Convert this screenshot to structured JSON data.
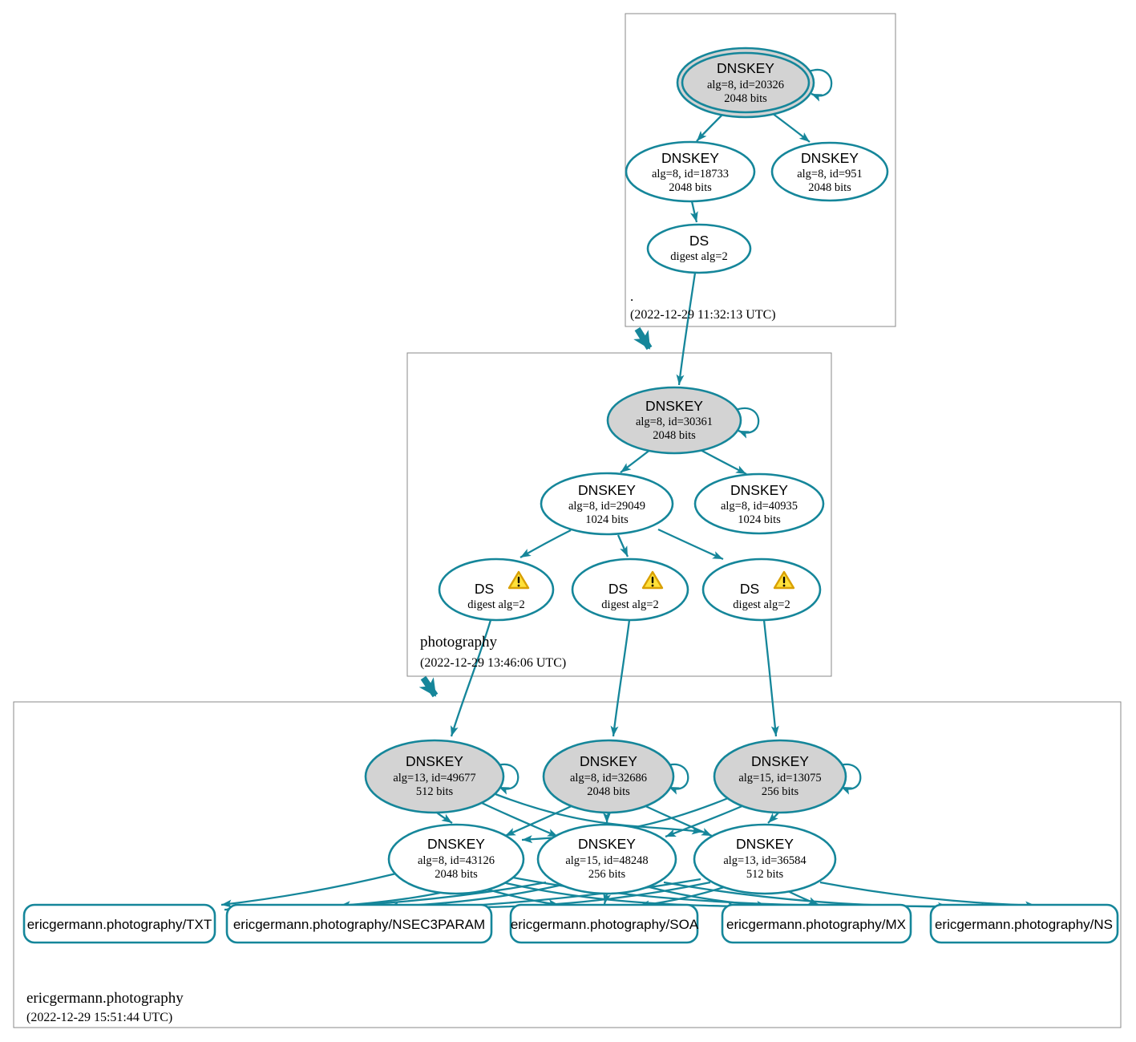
{
  "colors": {
    "edge": "#15869a",
    "ksk_fill": "#d3d3d3",
    "node_fill": "#ffffff",
    "warning_fill": "#ffe13a",
    "warning_stroke": "#d9a002",
    "cluster_border": "#8a8a8a",
    "text": "#000000"
  },
  "zones": {
    "root": {
      "name": ".",
      "timestamp": "(2022-12-29 11:32:13 UTC)"
    },
    "photography": {
      "name": "photography",
      "timestamp": "(2022-12-29 13:46:06 UTC)"
    },
    "ericgermann": {
      "name": "ericgermann.photography",
      "timestamp": "(2022-12-29 15:51:44 UTC)"
    }
  },
  "nodes": {
    "root_ksk": {
      "type": "DNSKEY",
      "detail": "alg=8, id=20326",
      "bits": "2048 bits"
    },
    "root_zsk_18733": {
      "type": "DNSKEY",
      "detail": "alg=8, id=18733",
      "bits": "2048 bits"
    },
    "root_zsk_951": {
      "type": "DNSKEY",
      "detail": "alg=8, id=951",
      "bits": "2048 bits"
    },
    "root_ds": {
      "type": "DS",
      "detail": "digest alg=2"
    },
    "photo_ksk": {
      "type": "DNSKEY",
      "detail": "alg=8, id=30361",
      "bits": "2048 bits"
    },
    "photo_zsk_29049": {
      "type": "DNSKEY",
      "detail": "alg=8, id=29049",
      "bits": "1024 bits"
    },
    "photo_zsk_40935": {
      "type": "DNSKEY",
      "detail": "alg=8, id=40935",
      "bits": "1024 bits"
    },
    "photo_ds": [
      {
        "type": "DS",
        "detail": "digest alg=2"
      },
      {
        "type": "DS",
        "detail": "digest alg=2"
      },
      {
        "type": "DS",
        "detail": "digest alg=2"
      }
    ],
    "eg_ksk_49677": {
      "type": "DNSKEY",
      "detail": "alg=13, id=49677",
      "bits": "512 bits"
    },
    "eg_ksk_32686": {
      "type": "DNSKEY",
      "detail": "alg=8, id=32686",
      "bits": "2048 bits"
    },
    "eg_ksk_13075": {
      "type": "DNSKEY",
      "detail": "alg=15, id=13075",
      "bits": "256 bits"
    },
    "eg_zsk_43126": {
      "type": "DNSKEY",
      "detail": "alg=8, id=43126",
      "bits": "2048 bits"
    },
    "eg_zsk_48248": {
      "type": "DNSKEY",
      "detail": "alg=15, id=48248",
      "bits": "256 bits"
    },
    "eg_zsk_36584": {
      "type": "DNSKEY",
      "detail": "alg=13, id=36584",
      "bits": "512 bits"
    }
  },
  "rrsets": [
    "ericgermann.photography/TXT",
    "ericgermann.photography/NSEC3PARAM",
    "ericgermann.photography/SOA",
    "ericgermann.photography/MX",
    "ericgermann.photography/NS"
  ]
}
